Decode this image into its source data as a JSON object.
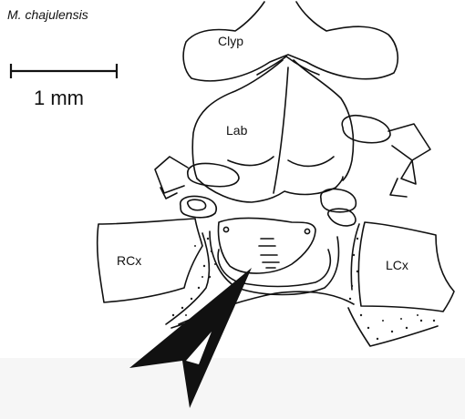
{
  "species_label": "M. chajulensis",
  "scale_bar": {
    "text": "1 mm"
  },
  "labels": {
    "clypeus": "Clyp",
    "labrum": "Lab",
    "right_coxa": "RCx",
    "left_coxa": "LCx"
  },
  "colors": {
    "line": "#111111",
    "arrow": "#111111",
    "bottom_band": "#f6f6f6"
  }
}
